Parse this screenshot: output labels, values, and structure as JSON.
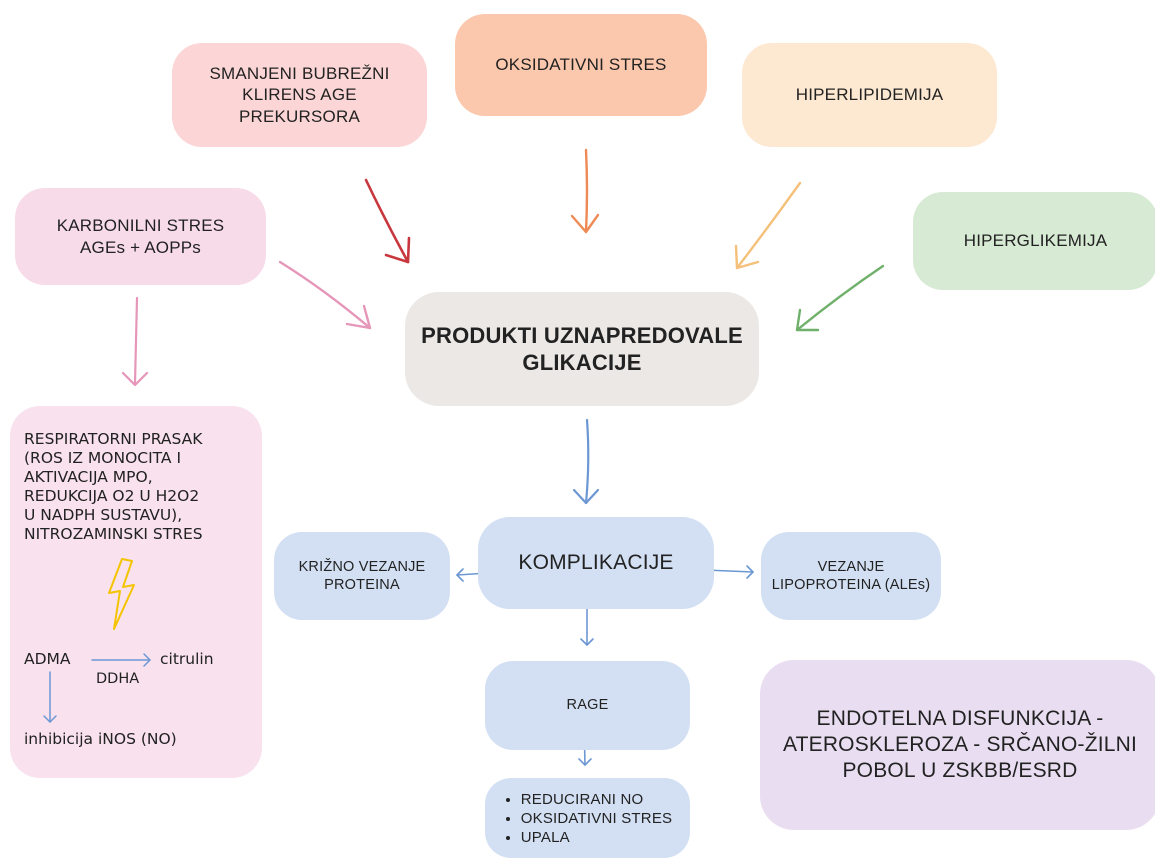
{
  "nodes": {
    "kidney": {
      "lines": [
        "SMANJENI BUBREŽNI",
        "KLIRENS AGE",
        "PREKURSORA"
      ],
      "color": "#fcd6d6"
    },
    "oxidative": {
      "lines": [
        "OKSIDATIVNI STRES"
      ],
      "color": "#fcc8ad"
    },
    "hyperlipidemia": {
      "lines": [
        "HIPERLIPIDEMIJA"
      ],
      "color": "#fde8d1"
    },
    "carbonyl": {
      "lines": [
        "KARBONILNI STRES",
        "AGEs + AOPPs"
      ],
      "color": "#f7dbe9"
    },
    "hyperglycemia": {
      "lines": [
        "HIPERGLIKEMIJA"
      ],
      "color": "#d7ead3"
    },
    "center": {
      "lines": [
        "PRODUKTI UZNAPREDOVALE",
        "GLIKACIJE"
      ],
      "color": "#ebe8e6"
    },
    "complications": {
      "lines": [
        "KOMPLIKACIJE"
      ],
      "color": "#d3e0f3"
    },
    "crosslink": {
      "lines": [
        "KRIŽNO VEZANJE",
        "PROTEINA"
      ],
      "color": "#d3e0f3"
    },
    "lipoprotein": {
      "lines": [
        "VEZANJE",
        "LIPOPROTEINA (ALEs)"
      ],
      "color": "#d3e0f3"
    },
    "rage": {
      "lines": [
        "RAGE"
      ],
      "color": "#d3e0f3"
    },
    "endothelial": {
      "lines": [
        "ENDOTELNA DISFUNKCIJA -",
        "ATEROSKLEROZA - SRČANO-ŽILNI",
        "POBOL U ZSKBB/ESRD"
      ],
      "color": "#e9def1"
    }
  },
  "rage_effects": [
    "REDUCIRANI NO",
    "OKSIDATIVNI STRES",
    "UPALA"
  ],
  "respiratory": {
    "lines": [
      "RESPIRATORNI PRASAK",
      "(ROS IZ MONOCITA I",
      "AKTIVACIJA MPO,",
      "REDUKCIJA O2 U H2O2",
      "U NADPH SUSTAVU),",
      "NITROZAMINSKI STRES"
    ],
    "color": "#f9e2ed",
    "adma": "ADMA",
    "citrulin": "citrulin",
    "ddha": "DDHA",
    "inhibition": "inhibicija iNOS (NO)"
  },
  "colors": {
    "arrow_kidney": "#c8373d",
    "arrow_oxidative": "#ee8a55",
    "arrow_hyperlipidemia": "#f5c07a",
    "arrow_carbonyl": "#e596b9",
    "arrow_hyperglycemia": "#6fb06a",
    "arrow_blue": "#6c97d3",
    "lightning": "#f4c400"
  }
}
